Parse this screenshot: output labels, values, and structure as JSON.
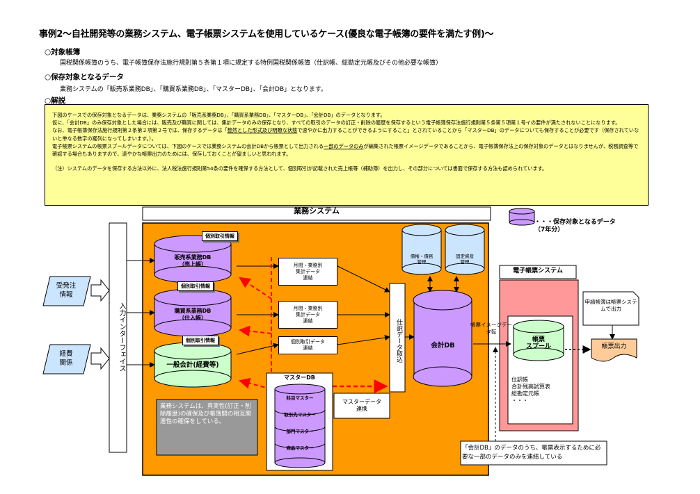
{
  "title": "事例2～自社開発等の業務システム、電子帳票システムを使用しているケース(優良な電子帳簿の要件を満たす例)～",
  "target": {
    "heading": "○対象帳簿",
    "text": "国税関係帳簿のうち、電子帳簿保存法施行規則第５条第１項に規定する特例国税関係帳簿（仕訳帳、総勘定元帳及びその他必要な帳簿）"
  },
  "storage": {
    "heading": "○保存対象となるデータ",
    "text": "業務システムの「販売系業務DB」、「購買系業務DB」、「マスターDB」、「会計DB」となります。"
  },
  "explanation": {
    "heading": "○解説",
    "p1": "下図のケースでの保存対象となるデータは、業務システムの「販売系業務DB」、「購買系業務DB」、「マスターDB」、「会計DB」のデータとなります。",
    "p2": "仮に、「会計DB」のみ保存対象とした場合には、販売及び購買に関しては、集計データのみの保存となり、すべての取引のデータの訂正・削除の履歴を保存するという電子帳簿保存法施行規則第５条第５項第１号イの要件が満たされないことになります。",
    "p3a": "なお、電子帳簿保存法施行規則第２条第２項第２号では、保存するデータは「",
    "p3u": "整然とした形式及び明瞭な状態",
    "p3b": "で速やかに出力することができるようにすること」とされていることから「マスターDB」のデータについても保存することが必要です（保存されていないと単なる数字の羅列になってしまいます。）。",
    "p4a": "電子帳票システムの帳票スプールデータについては、下図のケースでは業務システムの会計DBから帳票として出力される",
    "p4u": "一部のデータのみ",
    "p4b": "が編集された帳票イメージデータであることから、電子帳簿保存法上の保存対象のデータとはなりませんが、税務調査等で確認する場合もありますので、速やかな帳票出力のためには、保存しておくことが望ましいと思われます。",
    "note": "（注）システムのデータを保存する方法以外に、法人税法施行規則第54条の要件を確保する方法として、個別取引が記載された売上帳等（補助簿）を出力し、その部分については書面で保存する方法も認められています。"
  },
  "diagram": {
    "system_title": "業務システム",
    "legend": "・・・保存対象となるデータ\n（7年分）",
    "input_interface": "入力インターフェイス",
    "inputs": [
      "受発注\n情報",
      "経費\n関係"
    ],
    "sales_db": "販売系業務DB\n（売上帳）",
    "purchase_db": "購買系業務DB\n（仕入帳）",
    "general_accounting": "一般会計(経費等)",
    "individual_info": "個別取引情報",
    "flow_sales": "月間・業務別\n集計データ\n連結",
    "flow_purchase": "月間・業務別\n集計データ\n連結",
    "flow_general": "個別取引データ\n連結",
    "journal_interface": "仕訳データ取込",
    "debt_mgmt": "債権・債務\n管理",
    "fixed_assets": "固定資産\n管理",
    "accounting_db": "会計DB",
    "master_db_label": "マスターDB",
    "masters": [
      "科目マスター",
      "取引先マスター",
      "部門マスター",
      "商品マスター"
    ],
    "master_link": "マスターデータ\n連携",
    "note_box": "業務システムは、真実性(訂正・削除履歴)の確保及び帳簿間の相互関連性の確保をしている。",
    "e_system_title": "電子帳票システム",
    "image_link": "帳票イメージデータ転",
    "spool": "帳票\nスプール",
    "spool_list": "仕訳帳\n合計残高試算表\n総勘定元帳\n・・・",
    "request_note": "申請帳簿は帳票システムで出力",
    "output": "帳票出力",
    "bottom_note": "「会計DB」のデータのうち、帳票表示するために必要な一部のデータのみを連結している",
    "colors": {
      "orange": "#ff9900",
      "lavender": "#cc99ff",
      "lightgreen": "#ccffcc",
      "lightblue": "#cce5ff",
      "pink": "#ff9999",
      "yellow": "#ffff99",
      "red_dash": "#ff0000"
    }
  }
}
